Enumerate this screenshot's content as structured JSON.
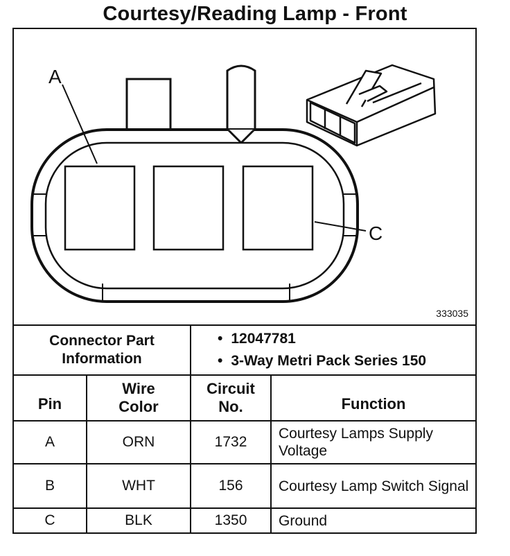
{
  "title": "Courtesy/Reading Lamp - Front",
  "diagram": {
    "callout_a": "A",
    "callout_c": "C",
    "figure_id": "333035"
  },
  "connector_info": {
    "label": "Connector Part Information",
    "items": [
      "12047781",
      "3-Way Metri Pack Series 150"
    ]
  },
  "table": {
    "headers": {
      "pin": "Pin",
      "wire_color": "Wire Color",
      "circuit": "Circuit No.",
      "function": "Function"
    },
    "rows": [
      {
        "pin": "A",
        "wire_color": "ORN",
        "circuit": "1732",
        "function": "Courtesy Lamps Supply Voltage"
      },
      {
        "pin": "B",
        "wire_color": "WHT",
        "circuit": "156",
        "function": "Courtesy Lamp Switch Signal"
      },
      {
        "pin": "C",
        "wire_color": "BLK",
        "circuit": "1350",
        "function": "Ground"
      }
    ]
  }
}
